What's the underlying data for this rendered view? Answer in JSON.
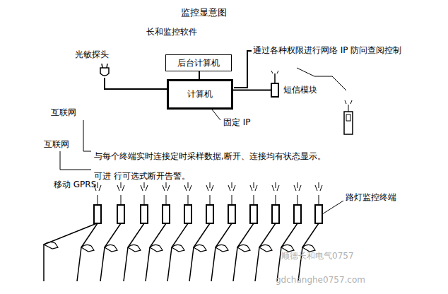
{
  "diagram": {
    "title": "监控显意图",
    "nodes": [
      {
        "text": [
          "后台计算机"
        ]
      },
      {
        "text": [
          "计算机"
        ]
      },
      {
        "text": [
          "短信模块"
        ]
      }
    ],
    "edges": [
      {
        "from": 0,
        "to": 1,
        "arrow": "none"
      },
      {
        "from": 1,
        "to": 2,
        "arrow": "none"
      }
    ],
    "labels": [
      "长和监控软件",
      "光敏探头",
      "通过各种权限进行网络 IP 防问查阅控制",
      "固定 IP",
      "互联网",
      "与每个终端实时连接定时采样数据,断开、连接均有状态显示。可进 行可选式断开告警。",
      "互联网",
      "移动 GPRS",
      "路灯监控终端",
      "顺德长和电气0757",
      "gdchanghe0757.com"
    ]
  }
}
